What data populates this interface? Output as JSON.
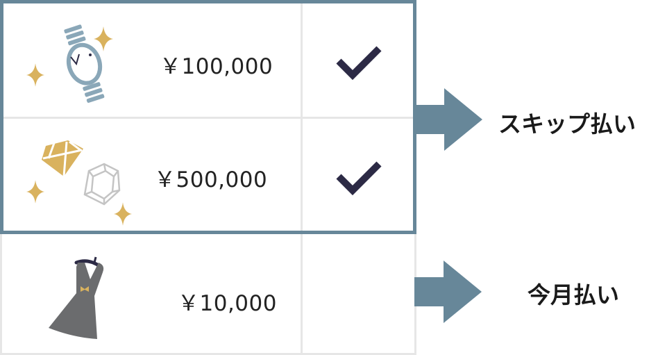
{
  "rows": [
    {
      "item": "watch",
      "price": "￥100,000",
      "checked": true
    },
    {
      "item": "jewels",
      "price": "￥500,000",
      "checked": true
    },
    {
      "item": "dress",
      "price": "￥10,000",
      "checked": false
    }
  ],
  "outcomes": {
    "skip": "スキップ払い",
    "this_month": "今月払い"
  },
  "colors": {
    "frame": "#678799",
    "gold": "#d9b25e",
    "check": "#2c2a45",
    "arrow": "#678799"
  }
}
